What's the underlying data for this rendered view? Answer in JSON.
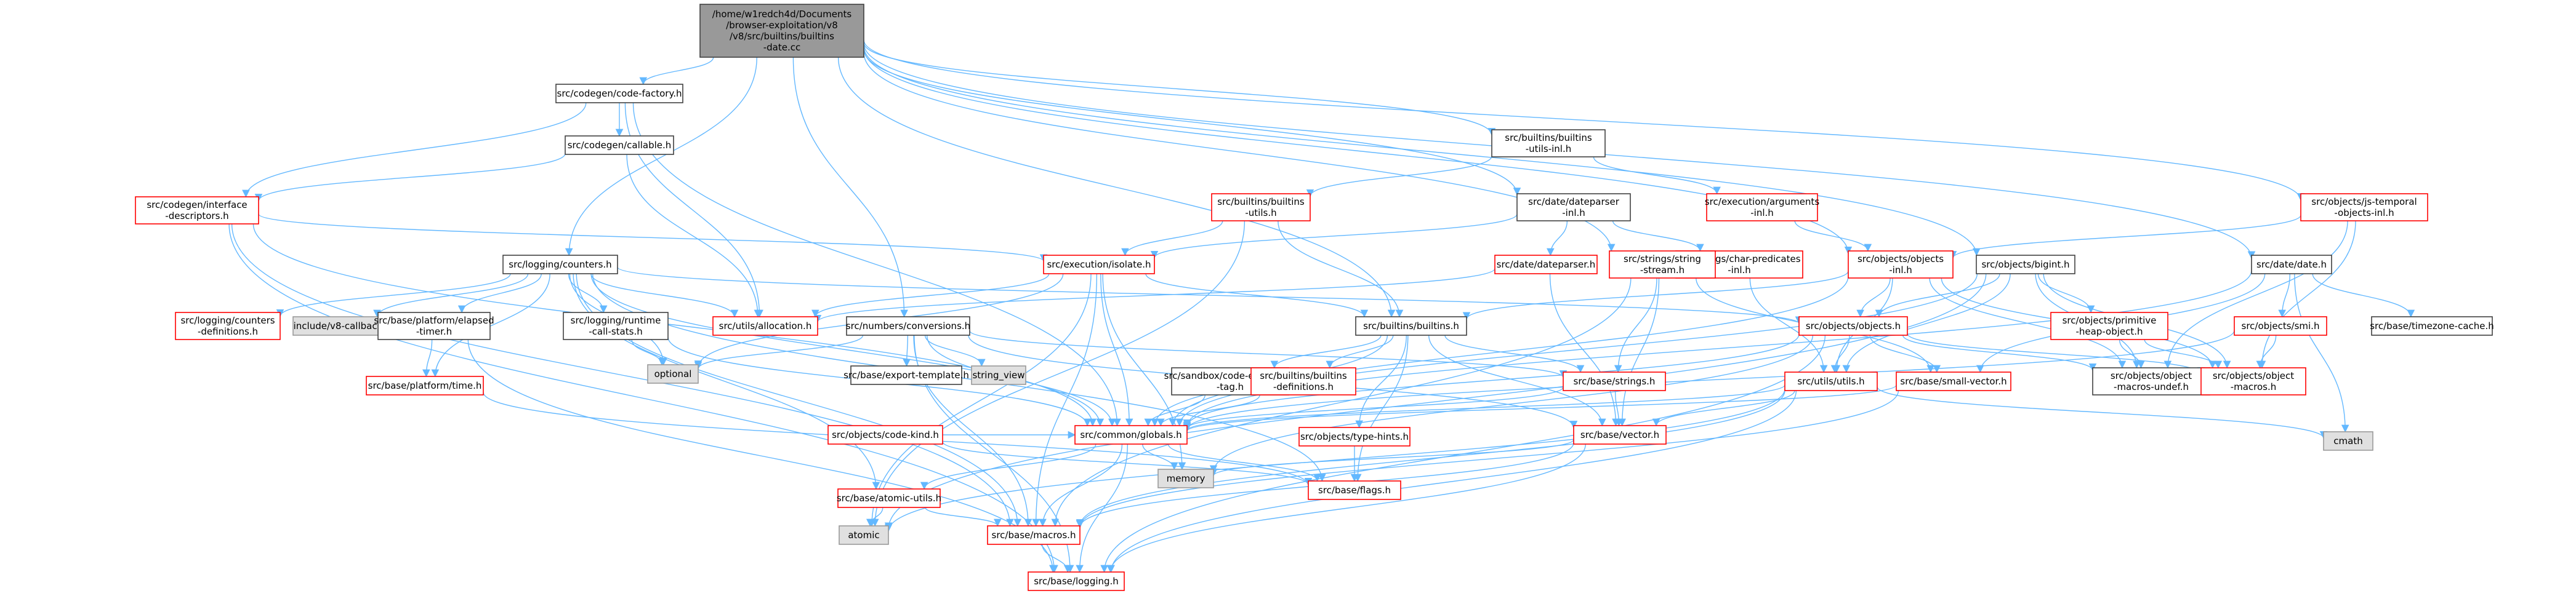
{
  "title_lines": [
    "/home/w1redch4d/Documents",
    "/browser-exploitation/v8",
    "/v8/src/builtins/builtins",
    "-date.cc"
  ],
  "colors": {
    "edge": "#63B8FF",
    "edge_dark": "#404040",
    "root_fill": "#999999",
    "file_border": "#404040",
    "linked_border": "#FF0000",
    "linked_text": "#CC0000",
    "system_fill": "#E0E0E0",
    "system_border": "#999999",
    "background": "#FFFFFF"
  },
  "nodes": [
    {
      "id": "root",
      "kind": "root",
      "lines": [
        "/home/w1redch4d/Documents",
        "/browser-exploitation/v8",
        "/v8/src/builtins/builtins",
        "-date.cc"
      ]
    },
    {
      "id": "codefactory",
      "kind": "file",
      "lines": [
        "src/codegen/code-factory.h"
      ]
    },
    {
      "id": "callable",
      "kind": "file",
      "lines": [
        "src/codegen/callable.h"
      ]
    },
    {
      "id": "interface",
      "kind": "link",
      "lines": [
        "src/codegen/interface",
        "-descriptors.h"
      ]
    },
    {
      "id": "counters",
      "kind": "file",
      "lines": [
        "src/logging/counters.h"
      ]
    },
    {
      "id": "countersdef",
      "kind": "link",
      "lines": [
        "src/logging/counters",
        "-definitions.h"
      ]
    },
    {
      "id": "v8callbacks",
      "kind": "sys",
      "lines": [
        "include/v8-callbacks.h"
      ]
    },
    {
      "id": "elapsed",
      "kind": "file",
      "lines": [
        "src/base/platform/elapsed",
        "-timer.h"
      ]
    },
    {
      "id": "ptime",
      "kind": "link",
      "lines": [
        "src/base/platform/time.h"
      ]
    },
    {
      "id": "rcs",
      "kind": "file",
      "lines": [
        "src/logging/runtime",
        "-call-stats.h"
      ]
    },
    {
      "id": "optional",
      "kind": "sys",
      "lines": [
        "optional"
      ]
    },
    {
      "id": "allocation",
      "kind": "link",
      "lines": [
        "src/utils/allocation.h"
      ]
    },
    {
      "id": "isolate",
      "kind": "link",
      "lines": [
        "src/execution/isolate.h"
      ]
    },
    {
      "id": "conversions",
      "kind": "file",
      "lines": [
        "src/numbers/conversions.h"
      ]
    },
    {
      "id": "exporttemplate",
      "kind": "file",
      "lines": [
        "src/base/export-template.h"
      ]
    },
    {
      "id": "stringview",
      "kind": "sys",
      "lines": [
        "string_view"
      ]
    },
    {
      "id": "bbutils",
      "kind": "file",
      "lines": [
        "src/builtins/builtins",
        "-utils-inl.h"
      ]
    },
    {
      "id": "butils",
      "kind": "link",
      "lines": [
        "src/builtins/builtins",
        "-utils.h"
      ]
    },
    {
      "id": "argsinl",
      "kind": "link",
      "lines": [
        "src/execution/arguments",
        "-inl.h"
      ]
    },
    {
      "id": "dateparserinl",
      "kind": "file",
      "lines": [
        "src/date/dateparser",
        "-inl.h"
      ]
    },
    {
      "id": "dateparser",
      "kind": "link",
      "lines": [
        "src/date/dateparser.h"
      ]
    },
    {
      "id": "charpred",
      "kind": "link",
      "lines": [
        "src/strings/char-predicates",
        "-inl.h"
      ]
    },
    {
      "id": "stringstream",
      "kind": "link",
      "lines": [
        "src/strings/string",
        "-stream.h"
      ]
    },
    {
      "id": "objinl",
      "kind": "link",
      "lines": [
        "src/objects/objects",
        "-inl.h"
      ]
    },
    {
      "id": "objects",
      "kind": "link",
      "lines": [
        "src/objects/objects.h"
      ]
    },
    {
      "id": "bigint",
      "kind": "file",
      "lines": [
        "src/objects/bigint.h"
      ]
    },
    {
      "id": "primheap",
      "kind": "link",
      "lines": [
        "src/objects/primitive",
        "-heap-object.h"
      ]
    },
    {
      "id": "datedate",
      "kind": "file",
      "lines": [
        "src/date/date.h"
      ]
    },
    {
      "id": "smi",
      "kind": "link",
      "lines": [
        "src/objects/smi.h"
      ]
    },
    {
      "id": "tzcache",
      "kind": "file",
      "lines": [
        "src/base/timezone-cache.h"
      ]
    },
    {
      "id": "temporal",
      "kind": "link",
      "lines": [
        "src/objects/js-temporal",
        "-objects-inl.h"
      ]
    },
    {
      "id": "builtins",
      "kind": "file",
      "lines": [
        "src/builtins/builtins.h"
      ]
    },
    {
      "id": "sandbox",
      "kind": "file",
      "lines": [
        "src/sandbox/code-entrypoint",
        "-tag.h"
      ]
    },
    {
      "id": "bdefs",
      "kind": "link",
      "lines": [
        "src/builtins/builtins",
        "-definitions.h"
      ]
    },
    {
      "id": "typehints",
      "kind": "link",
      "lines": [
        "src/objects/type-hints.h"
      ]
    },
    {
      "id": "basestrings",
      "kind": "link",
      "lines": [
        "src/base/strings.h"
      ]
    },
    {
      "id": "utils",
      "kind": "link",
      "lines": [
        "src/utils/utils.h"
      ]
    },
    {
      "id": "smallvector",
      "kind": "link",
      "lines": [
        "src/base/small-vector.h"
      ]
    },
    {
      "id": "macrosundef",
      "kind": "file",
      "lines": [
        "src/objects/object",
        "-macros-undef.h"
      ]
    },
    {
      "id": "objmacros",
      "kind": "link",
      "lines": [
        "src/objects/object",
        "-macros.h"
      ]
    },
    {
      "id": "codekind",
      "kind": "link",
      "lines": [
        "src/objects/code-kind.h"
      ]
    },
    {
      "id": "globals",
      "kind": "link",
      "lines": [
        "src/common/globals.h"
      ]
    },
    {
      "id": "vector",
      "kind": "link",
      "lines": [
        "src/base/vector.h"
      ]
    },
    {
      "id": "cmath",
      "kind": "sys",
      "lines": [
        "cmath"
      ]
    },
    {
      "id": "memory",
      "kind": "sys",
      "lines": [
        "memory"
      ]
    },
    {
      "id": "flags",
      "kind": "link",
      "lines": [
        "src/base/flags.h"
      ]
    },
    {
      "id": "atomicutils",
      "kind": "link",
      "lines": [
        "src/base/atomic-utils.h"
      ]
    },
    {
      "id": "atomic",
      "kind": "sys",
      "lines": [
        "atomic"
      ]
    },
    {
      "id": "macros",
      "kind": "link",
      "lines": [
        "src/base/macros.h"
      ]
    },
    {
      "id": "logging",
      "kind": "link",
      "lines": [
        "src/base/logging.h"
      ]
    }
  ],
  "edges": [
    [
      "root",
      "codefactory"
    ],
    [
      "root",
      "counters"
    ],
    [
      "root",
      "conversions"
    ],
    [
      "root",
      "bbutils"
    ],
    [
      "root",
      "dateparserinl"
    ],
    [
      "root",
      "stringstream"
    ],
    [
      "root",
      "objinl"
    ],
    [
      "root",
      "bigint"
    ],
    [
      "root",
      "datedate"
    ],
    [
      "root",
      "temporal"
    ],
    [
      "root",
      "builtins"
    ],
    [
      "codefactory",
      "callable"
    ],
    [
      "codefactory",
      "interface"
    ],
    [
      "codefactory",
      "allocation"
    ],
    [
      "codefactory",
      "globals"
    ],
    [
      "callable",
      "interface"
    ],
    [
      "callable",
      "allocation"
    ],
    [
      "interface",
      "isolate"
    ],
    [
      "interface",
      "globals"
    ],
    [
      "interface",
      "logging"
    ],
    [
      "interface",
      "macros"
    ],
    [
      "counters",
      "countersdef"
    ],
    [
      "counters",
      "v8callbacks"
    ],
    [
      "counters",
      "elapsed"
    ],
    [
      "counters",
      "ptime"
    ],
    [
      "counters",
      "rcs"
    ],
    [
      "counters",
      "optional"
    ],
    [
      "counters",
      "allocation"
    ],
    [
      "counters",
      "objects"
    ],
    [
      "counters",
      "globals"
    ],
    [
      "counters",
      "atomicutils"
    ],
    [
      "counters",
      "flags"
    ],
    [
      "counters",
      "macros"
    ],
    [
      "elapsed",
      "ptime"
    ],
    [
      "elapsed",
      "logging"
    ],
    [
      "ptime",
      "flags"
    ],
    [
      "rcs",
      "optional"
    ],
    [
      "rcs",
      "globals"
    ],
    [
      "isolate",
      "allocation"
    ],
    [
      "isolate",
      "builtins"
    ],
    [
      "isolate",
      "memory"
    ],
    [
      "isolate",
      "globals"
    ],
    [
      "isolate",
      "atomic"
    ],
    [
      "isolate",
      "macros"
    ],
    [
      "isolate",
      "optional"
    ],
    [
      "conversions",
      "exporttemplate"
    ],
    [
      "conversions",
      "stringview"
    ],
    [
      "conversions",
      "optional"
    ],
    [
      "conversions",
      "basestrings"
    ],
    [
      "conversions",
      "globals"
    ],
    [
      "conversions",
      "vector"
    ],
    [
      "conversions",
      "logging"
    ],
    [
      "conversions",
      "macros"
    ],
    [
      "bbutils",
      "butils"
    ],
    [
      "bbutils",
      "argsinl"
    ],
    [
      "butils",
      "isolate"
    ],
    [
      "butils",
      "builtins"
    ],
    [
      "butils",
      "atomic"
    ],
    [
      "argsinl",
      "objinl"
    ],
    [
      "dateparserinl",
      "dateparser"
    ],
    [
      "dateparserinl",
      "charpred"
    ],
    [
      "dateparserinl",
      "isolate"
    ],
    [
      "dateparser",
      "allocation"
    ],
    [
      "dateparser",
      "vector"
    ],
    [
      "charpred",
      "utils"
    ],
    [
      "stringstream",
      "basestrings"
    ],
    [
      "stringstream",
      "smallvector"
    ],
    [
      "stringstream",
      "vector"
    ],
    [
      "stringstream",
      "macros"
    ],
    [
      "objinl",
      "objects"
    ],
    [
      "objinl",
      "builtins"
    ],
    [
      "objinl",
      "utils"
    ],
    [
      "objinl",
      "macrosundef"
    ],
    [
      "objinl",
      "objmacros"
    ],
    [
      "objinl",
      "globals"
    ],
    [
      "objects",
      "utils"
    ],
    [
      "objects",
      "smallvector"
    ],
    [
      "objects",
      "macrosundef"
    ],
    [
      "objects",
      "objmacros"
    ],
    [
      "objects",
      "globals"
    ],
    [
      "objects",
      "memory"
    ],
    [
      "objects",
      "logging"
    ],
    [
      "bigint",
      "objects"
    ],
    [
      "bigint",
      "primheap"
    ],
    [
      "bigint",
      "utils"
    ],
    [
      "bigint",
      "macrosundef"
    ],
    [
      "bigint",
      "objmacros"
    ],
    [
      "bigint",
      "globals"
    ],
    [
      "bigint",
      "atomic"
    ],
    [
      "primheap",
      "macrosundef"
    ],
    [
      "primheap",
      "objmacros"
    ],
    [
      "datedate",
      "smi"
    ],
    [
      "datedate",
      "tzcache"
    ],
    [
      "datedate",
      "globals"
    ],
    [
      "datedate",
      "cmath"
    ],
    [
      "datedate",
      "smallvector"
    ],
    [
      "smi",
      "objmacros"
    ],
    [
      "smi",
      "globals"
    ],
    [
      "temporal",
      "objinl"
    ],
    [
      "temporal",
      "objmacros"
    ],
    [
      "temporal",
      "macrosundef"
    ],
    [
      "builtins",
      "sandbox"
    ],
    [
      "builtins",
      "bdefs"
    ],
    [
      "builtins",
      "typehints"
    ],
    [
      "builtins",
      "basestrings"
    ],
    [
      "builtins",
      "globals"
    ],
    [
      "builtins",
      "flags"
    ],
    [
      "builtins",
      "vector"
    ],
    [
      "sandbox",
      "globals"
    ],
    [
      "bdefs",
      "globals"
    ],
    [
      "typehints",
      "flags"
    ],
    [
      "basestrings",
      "vector"
    ],
    [
      "basestrings",
      "globals"
    ],
    [
      "utils",
      "globals"
    ],
    [
      "utils",
      "vector"
    ],
    [
      "utils",
      "cmath"
    ],
    [
      "utils",
      "atomic"
    ],
    [
      "utils",
      "macros"
    ],
    [
      "utils",
      "logging"
    ],
    [
      "smallvector",
      "globals"
    ],
    [
      "smallvector",
      "macros"
    ],
    [
      "codekind",
      "flags"
    ],
    [
      "codekind",
      "globals"
    ],
    [
      "globals",
      "flags"
    ],
    [
      "globals",
      "memory"
    ],
    [
      "globals",
      "atomicutils"
    ],
    [
      "globals",
      "macros"
    ],
    [
      "globals",
      "logging"
    ],
    [
      "vector",
      "memory"
    ],
    [
      "vector",
      "macros"
    ],
    [
      "vector",
      "logging"
    ],
    [
      "atomicutils",
      "atomic"
    ],
    [
      "atomicutils",
      "macros"
    ],
    [
      "macros",
      "logging"
    ]
  ]
}
